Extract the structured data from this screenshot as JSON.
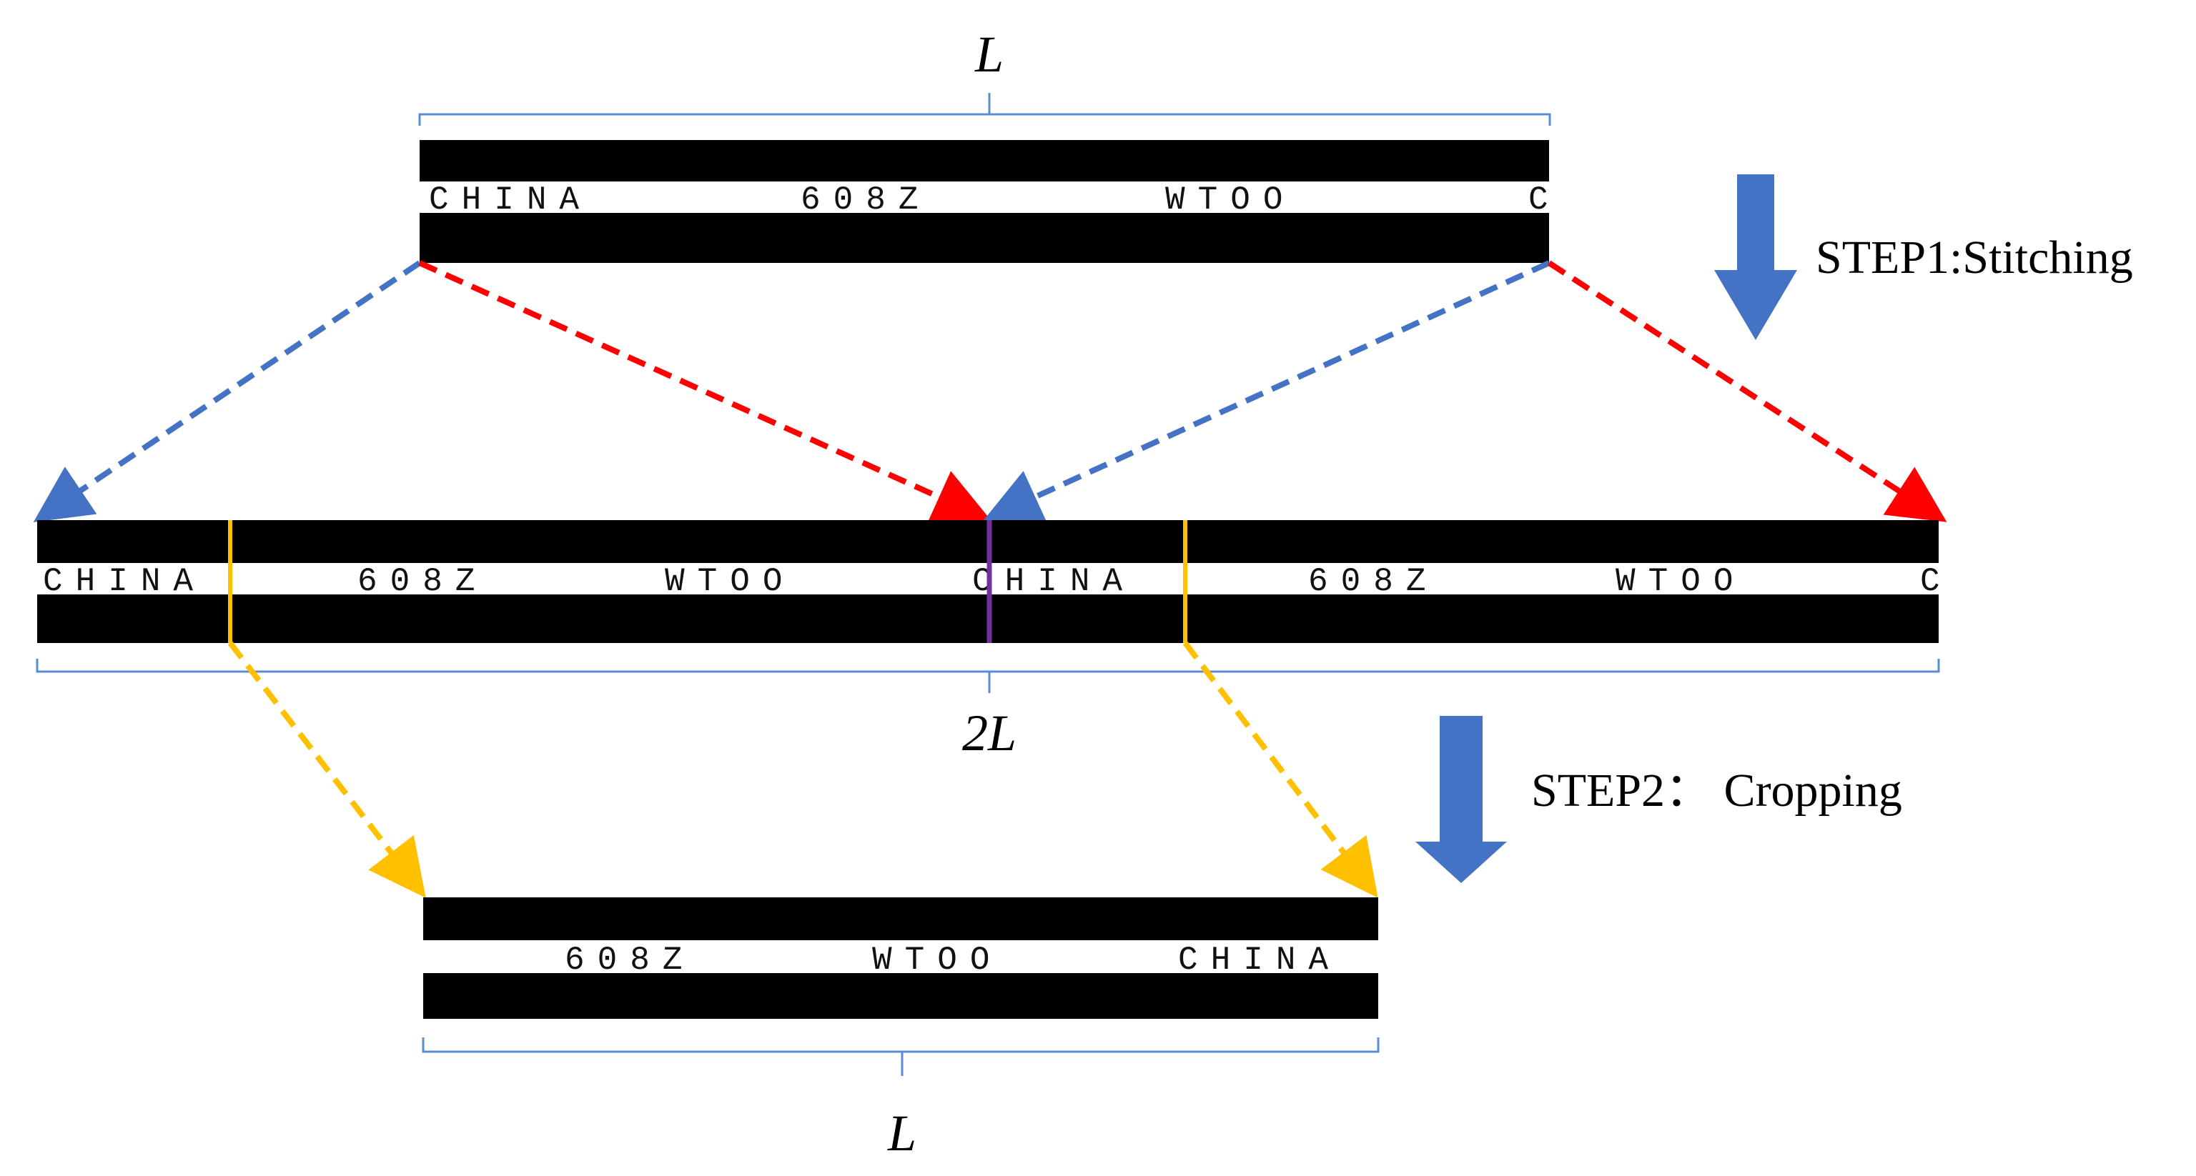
{
  "labels": {
    "top_length": "L",
    "middle_length": "2L",
    "bottom_length": "L",
    "step1": "STEP1:Stitching",
    "step2": "STEP2： Cropping"
  },
  "strips": {
    "top": {
      "segments": [
        "CHINA",
        "608Z",
        "WTOO",
        "C"
      ]
    },
    "middle": {
      "segments": [
        "CHINA",
        "608Z",
        "WTOO",
        "CHINA",
        "608Z",
        "WTOO",
        "C"
      ]
    },
    "bottom": {
      "segments": [
        "608Z",
        "WTOO",
        "CHINA"
      ]
    }
  },
  "colors": {
    "blue_arrow": "#4472C4",
    "red_arrow": "#FF0000",
    "yellow_arrow": "#FFC000",
    "seam_line": "#7030A0",
    "cut_line": "#FFC000",
    "brace": "#5B8BD0",
    "step_arrow": "#4472C4",
    "strip_band": "#000000"
  }
}
